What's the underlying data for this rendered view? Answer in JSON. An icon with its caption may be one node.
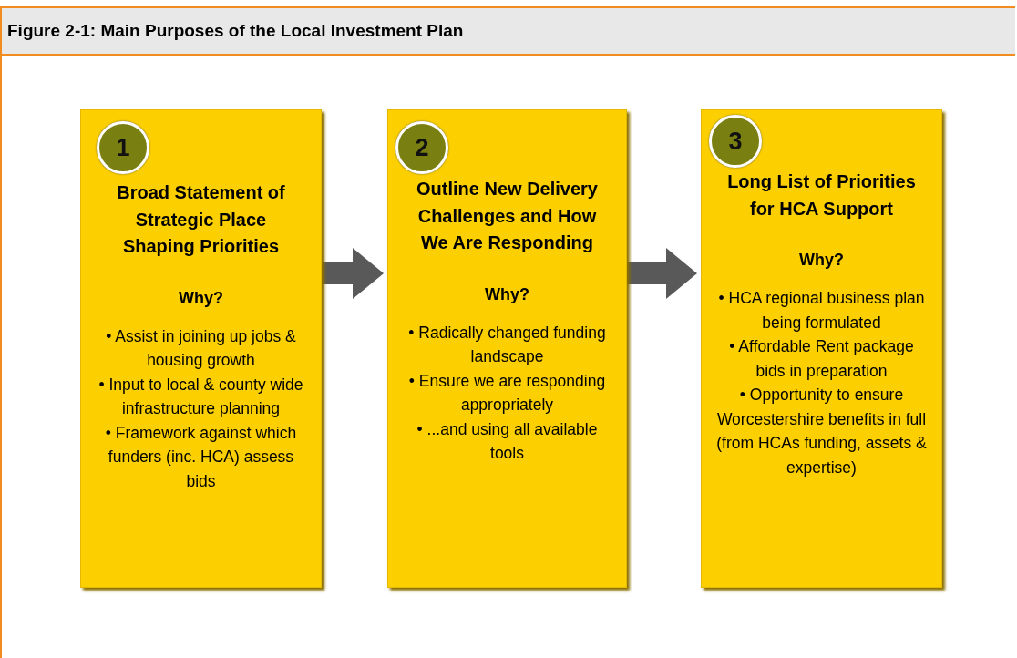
{
  "diagram": {
    "title": "Figure 2-1: Main Purposes of the Local Investment Plan",
    "nodes": [
      {
        "text": [
          "Broad Statement of Strategic Place Shaping Priorities",
          "Why?",
          "• Assist in joining up jobs & housing growth",
          "• Input to local & county wide infrastructure planning",
          "• Framework against which funders (inc. HCA) assess bids"
        ]
      },
      {
        "text": [
          "1"
        ],
        "in": 0
      },
      {
        "text": [
          "Outline New Delivery Challenges and How We Are Responding",
          "Why?",
          "• Radically changed funding landscape",
          "• Ensure we are responding appropriately",
          "• ...and using all available tools"
        ]
      },
      {
        "text": [
          "2"
        ],
        "in": 2
      },
      {
        "text": [
          "Long List of Priorities for HCA Support",
          "Why?",
          "• HCA regional business plan being formulated",
          "• Affordable Rent package bids in preparation",
          "• Opportunity to ensure Worcestershire benefits in full (from HCAs funding, assets & expertise)"
        ]
      },
      {
        "text": [
          "3"
        ],
        "in": 4
      }
    ],
    "edges": [
      {
        "from": 0,
        "to": 2,
        "arrow": "to"
      },
      {
        "from": 2,
        "to": 4,
        "arrow": "to"
      }
    ]
  }
}
